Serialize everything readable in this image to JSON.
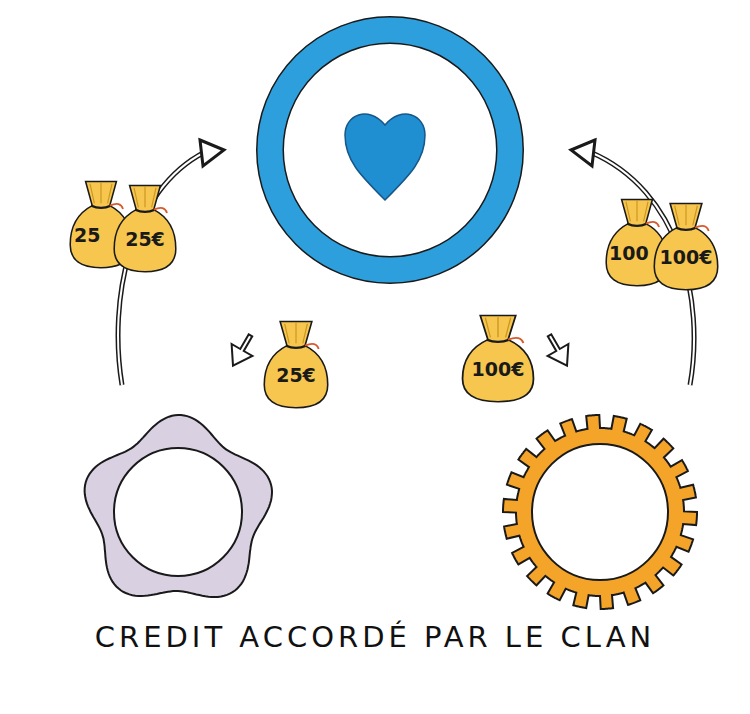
{
  "diagram": {
    "caption": "CREDIT ACCORDÉ PAR LE CLAN",
    "nodes": [
      {
        "text": [
          "25"
        ]
      },
      {
        "text": [
          "25€"
        ]
      },
      {
        "text": [
          "100"
        ]
      },
      {
        "text": [
          "100€"
        ]
      },
      {
        "text": [
          "25€"
        ]
      },
      {
        "text": [
          "100€"
        ]
      }
    ]
  }
}
